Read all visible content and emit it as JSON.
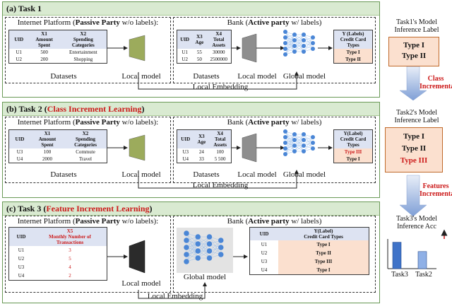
{
  "tasks": [
    {
      "title": "(a) Task 1",
      "title_highlight": "",
      "title_suffix": "",
      "passive": {
        "prefix": "Internet Platform (",
        "bold": "Passive Party",
        "suffix": " w/o labels):"
      },
      "active": {
        "prefix": "Bank (",
        "bold": "Active party",
        "suffix": " w/ labels)"
      },
      "passive_table": {
        "headers": [
          "UID",
          "X1\nAmount\nSpent",
          "X2\nSpending\nCategories"
        ],
        "rows": [
          [
            "U1",
            "500",
            "Entertainment"
          ],
          [
            "U2",
            "200",
            "Shopping"
          ]
        ]
      },
      "active_table": {
        "headers": [
          "UID",
          "X3\nAge",
          "X4\nTotal\nAssets"
        ],
        "rows": [
          [
            "U1",
            "55",
            "30000"
          ],
          [
            "U2",
            "50",
            "2500000"
          ]
        ]
      },
      "label_table": {
        "header": "Y (Labels)\nCredit Card\nTypes",
        "rows": [
          "Type I",
          "Type II"
        ]
      },
      "captions": {
        "datasets": "Datasets",
        "local_model": "Local model",
        "global_model": "Global model",
        "embedding": "Local Embedding"
      }
    },
    {
      "title": "(b) Task 2 (",
      "title_highlight": "Class Increment Learning",
      "title_suffix": ")",
      "passive": {
        "prefix": "Internet Platform (",
        "bold": "Passive Party",
        "suffix": " w/o labels):"
      },
      "active": {
        "prefix": "Bank (",
        "bold": "Active party",
        "suffix": " w/ labels)"
      },
      "passive_table": {
        "headers": [
          "UID",
          "X1\nAmount\nSpent",
          "X2\nSpending\nCategories"
        ],
        "rows": [
          [
            "U3",
            "100",
            "Commute"
          ],
          [
            "U4",
            "2000",
            "Travel"
          ]
        ]
      },
      "active_table": {
        "headers": [
          "UID",
          "X3\nAge",
          "X4\nTotal\nAssets"
        ],
        "rows": [
          [
            "U3",
            "24",
            "100"
          ],
          [
            "U4",
            "33",
            "5 500"
          ]
        ]
      },
      "label_table": {
        "header": "Y(Label)\nCredit Card\nTypes",
        "rows": [
          "Type III",
          "Type I"
        ]
      },
      "captions": {
        "datasets": "Datasets",
        "local_model": "Local model",
        "global_model": "Global model",
        "embedding": "Local Embedding"
      }
    },
    {
      "title": "(c) Task 3 (",
      "title_highlight": "Feature Increment Learning",
      "title_suffix": ")",
      "passive": {
        "prefix": "Internet Platform (",
        "bold": "Passive Party",
        "suffix": " w/o labels):"
      },
      "active": {
        "prefix": "Bank (",
        "bold": "Active party",
        "suffix": " w/ labels)"
      },
      "passive_table": {
        "headers": [
          "UID",
          "X5\nMonthly Number of\nTransactions"
        ],
        "rows": [
          [
            "U1",
            "3"
          ],
          [
            "U2",
            "5"
          ],
          [
            "U3",
            "4"
          ],
          [
            "U4",
            "2"
          ]
        ]
      },
      "label_table": {
        "header_uid": "UID",
        "header": "Y(Label)\nCredit Card Types",
        "rows": [
          [
            "U1",
            "Type I"
          ],
          [
            "U2",
            "Type II"
          ],
          [
            "U3",
            "Type III"
          ],
          [
            "U4",
            "Type I"
          ]
        ]
      },
      "captions": {
        "local_model": "Local model",
        "global_model": "Global model",
        "embedding": "Local Embedding"
      }
    }
  ],
  "sidebar": {
    "task1_label": "Task1's Model\nInference Label",
    "task1_values": [
      "Type I",
      "Type II"
    ],
    "arrow1_label": "Class\nIncremental",
    "task2_label": "Task2's Model\nInference Label",
    "task2_values": [
      "Type I",
      "Type II",
      "Type III"
    ],
    "arrow2_label": "Features\nIncremental",
    "task3_label": "Task3's Model\nInference Acc",
    "bars": [
      {
        "name": "Task3",
        "value": 0.85
      },
      {
        "name": "Task2",
        "value": 0.55
      }
    ]
  },
  "colors": {
    "red": "#cc1a1a",
    "green_header": "#d9ead1",
    "label_fill": "#fbe0cf",
    "nn_blue": "#4a86d6",
    "bar_blue": "#3f73c8"
  }
}
